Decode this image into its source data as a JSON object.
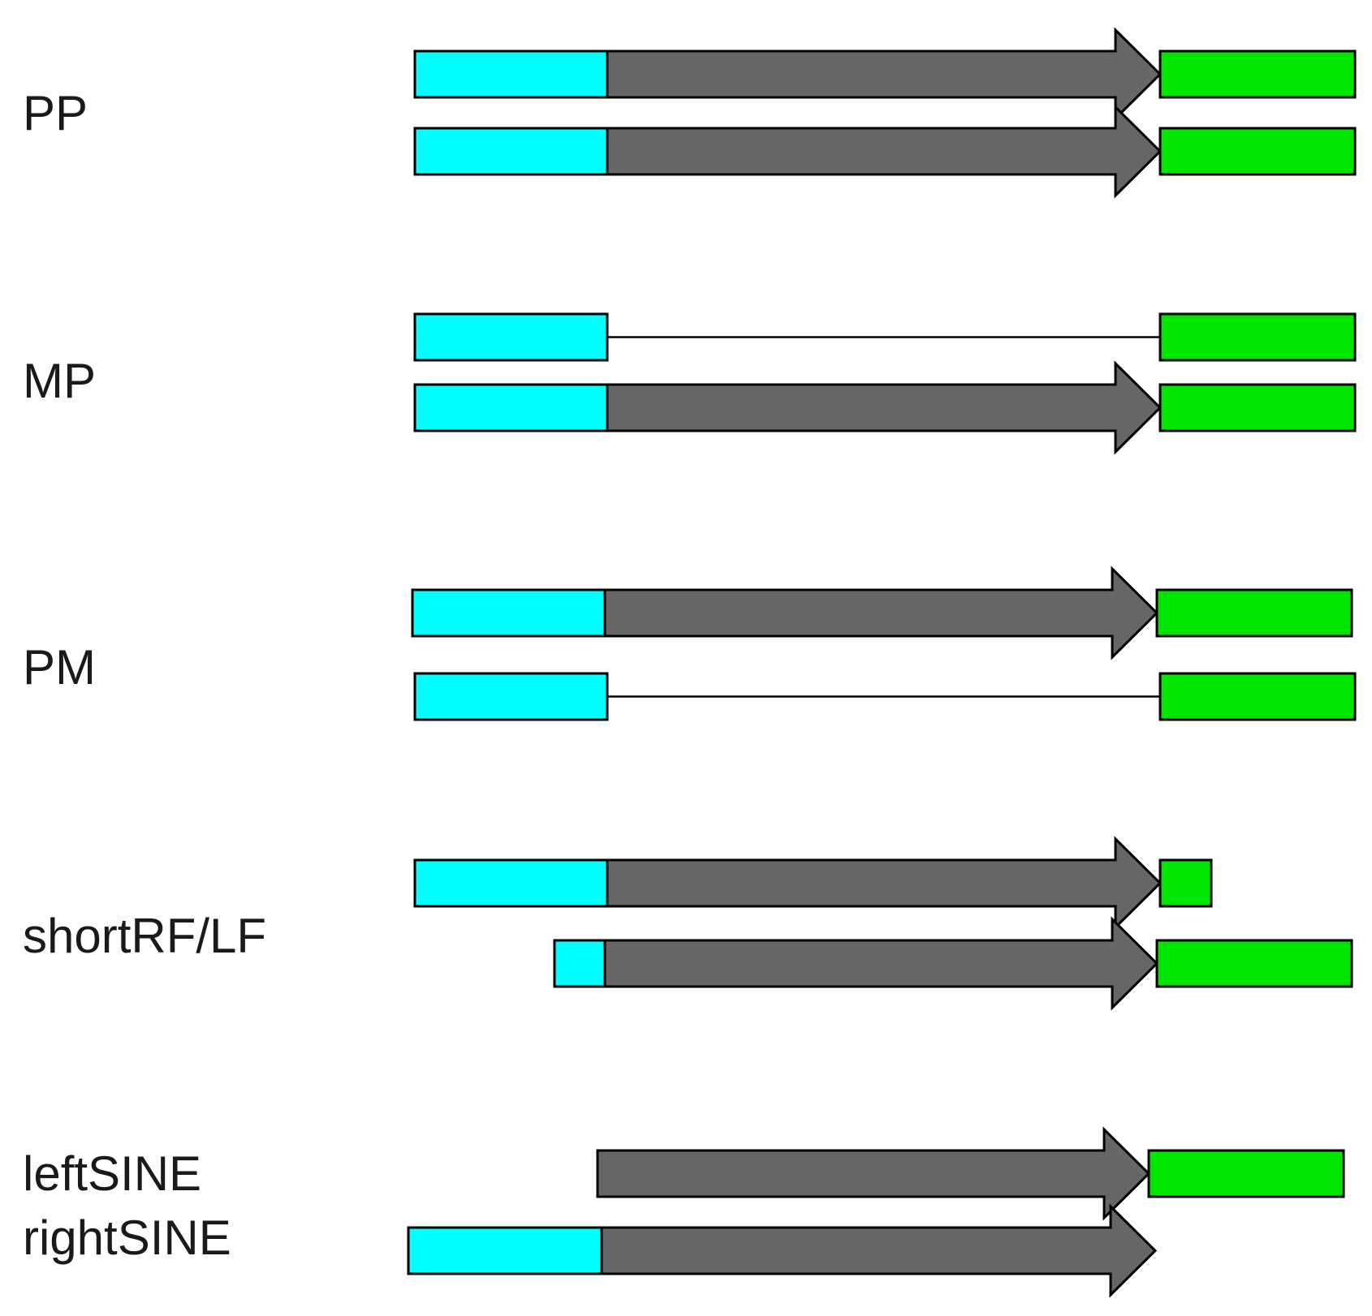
{
  "colors": {
    "left_flank": "#00ffff",
    "sine_body": "#666666",
    "right_flank": "#00e600",
    "outline": "#000000",
    "background": "#ffffff"
  },
  "groups": [
    {
      "label": "PP",
      "rows": [
        {
          "left_flank": "full",
          "sine": "present",
          "right_flank": "full"
        },
        {
          "left_flank": "full",
          "sine": "present",
          "right_flank": "full"
        }
      ]
    },
    {
      "label": "MP",
      "rows": [
        {
          "left_flank": "full",
          "sine": "absent",
          "right_flank": "full"
        },
        {
          "left_flank": "full",
          "sine": "present",
          "right_flank": "full"
        }
      ]
    },
    {
      "label": "PM",
      "rows": [
        {
          "left_flank": "full",
          "sine": "present",
          "right_flank": "full"
        },
        {
          "left_flank": "full",
          "sine": "absent",
          "right_flank": "full"
        }
      ]
    },
    {
      "label": "shortRF/LF",
      "rows": [
        {
          "left_flank": "full",
          "sine": "present",
          "right_flank": "short"
        },
        {
          "left_flank": "short",
          "sine": "present",
          "right_flank": "full"
        }
      ]
    },
    {
      "labels": [
        "leftSINE",
        "rightSINE"
      ],
      "rows": [
        {
          "left_flank": "none",
          "sine": "present",
          "right_flank": "full"
        },
        {
          "left_flank": "full",
          "sine": "present",
          "right_flank": "none"
        }
      ]
    }
  ]
}
